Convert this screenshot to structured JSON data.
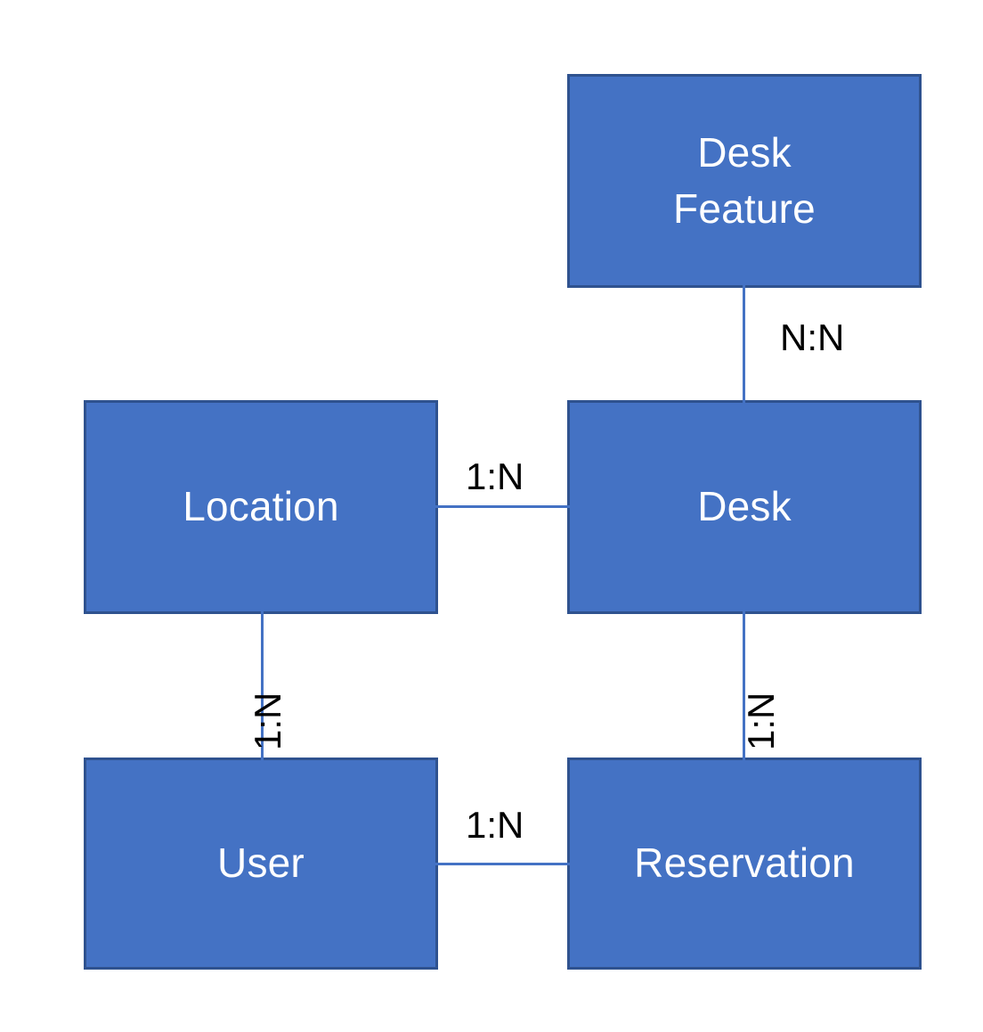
{
  "diagram": {
    "type": "entity-relationship-diagram",
    "background_color": "#FFFFFF",
    "entity_fill_color": "#4472C4",
    "entity_border_color": "#2F528F",
    "entity_text_color": "#FFFFFF",
    "connector_color": "#4472C4",
    "label_text_color": "#000000",
    "entities": [
      {
        "id": "desk_feature",
        "label": "Desk\nFeature"
      },
      {
        "id": "location",
        "label": "Location"
      },
      {
        "id": "desk",
        "label": "Desk"
      },
      {
        "id": "user",
        "label": "User"
      },
      {
        "id": "reservation",
        "label": "Reservation"
      }
    ],
    "relationships": [
      {
        "from": "desk_feature",
        "to": "desk",
        "cardinality": "N:N",
        "orientation": "vertical"
      },
      {
        "from": "location",
        "to": "desk",
        "cardinality": "1:N",
        "orientation": "horizontal"
      },
      {
        "from": "location",
        "to": "user",
        "cardinality": "1:N",
        "orientation": "vertical"
      },
      {
        "from": "desk",
        "to": "reservation",
        "cardinality": "1:N",
        "orientation": "vertical"
      },
      {
        "from": "user",
        "to": "reservation",
        "cardinality": "1:N",
        "orientation": "horizontal"
      }
    ]
  }
}
